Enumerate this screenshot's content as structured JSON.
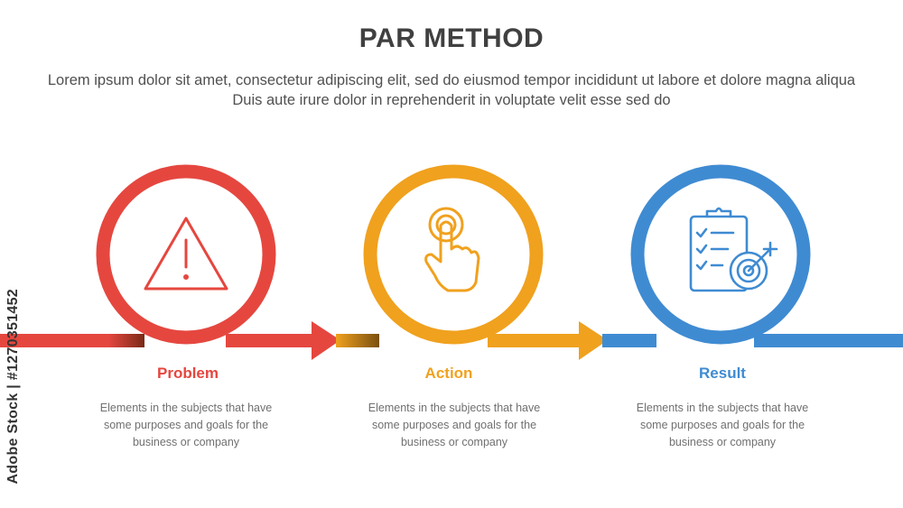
{
  "title": "PAR METHOD",
  "subtitle": "Lorem ipsum dolor sit amet, consectetur adipiscing elit, sed do eiusmod tempor incididunt ut labore et dolore magna aliqua Duis aute irure dolor in reprehenderit in voluptate velit esse sed do",
  "steps": [
    {
      "label": "Problem",
      "icon": "warning-triangle-icon",
      "color": "#e5473f",
      "description": "Elements in the subjects that have some purposes and goals for the business or company"
    },
    {
      "label": "Action",
      "icon": "hand-tap-icon",
      "color": "#f0a11e",
      "description": "Elements in the subjects that have some purposes and goals for the business or company"
    },
    {
      "label": "Result",
      "icon": "clipboard-target-icon",
      "color": "#3f8bd2",
      "description": "Elements in the subjects that have some purposes and goals for the business or company"
    }
  ],
  "watermark": "Adobe Stock | #1270351452"
}
